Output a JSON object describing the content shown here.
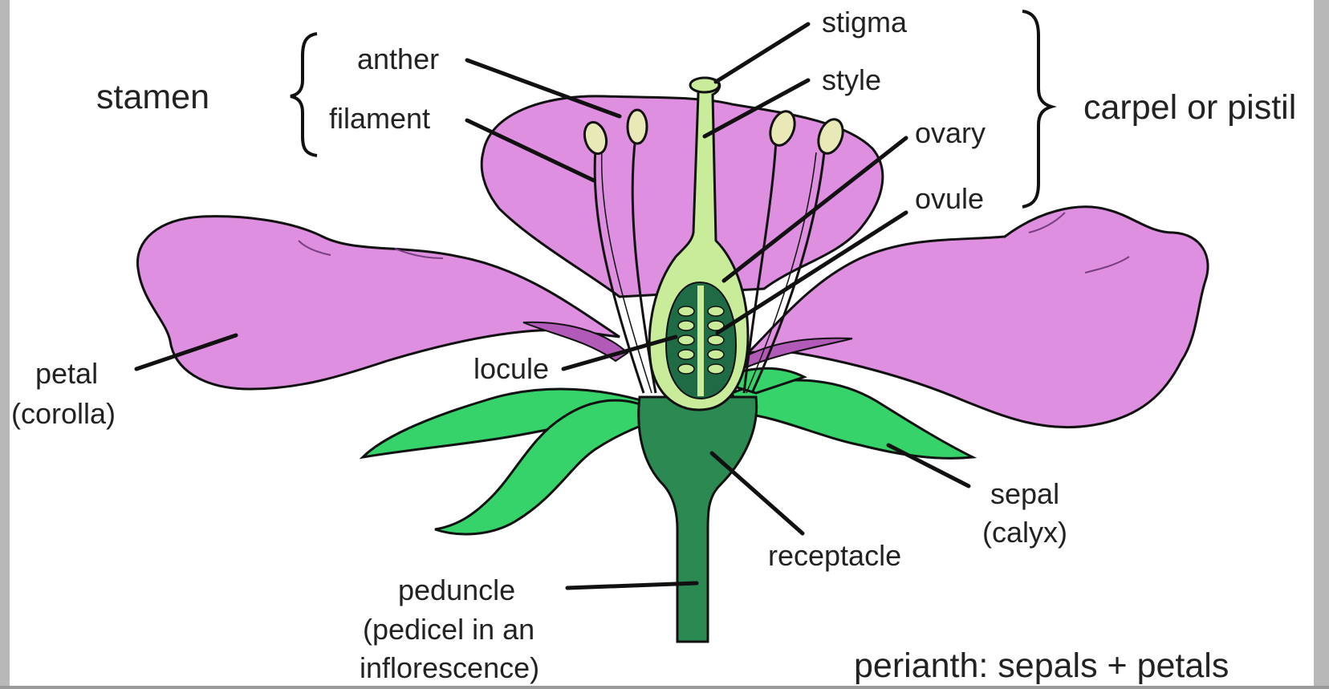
{
  "labels": {
    "stamen": "stamen",
    "anther": "anther",
    "filament": "filament",
    "stigma": "stigma",
    "style": "style",
    "ovary": "ovary",
    "ovule": "ovule",
    "carpel": "carpel or pistil",
    "petal": "petal",
    "corolla": "(corolla)",
    "locule": "locule",
    "sepal": "sepal",
    "calyx": "(calyx)",
    "receptacle": "receptacle",
    "peduncle_1": "peduncle",
    "peduncle_2": "(pedicel in an",
    "peduncle_3": "inflorescence)",
    "perianth": "perianth: sepals + petals"
  },
  "colors": {
    "petal": "#df8fe0",
    "petal_inner": "#b25ab8",
    "sepal": "#35d36a",
    "receptacle": "#2a8a52",
    "pistil": "#c9ec9b",
    "ovary_inner": "#1f6b45",
    "anther": "#e9e9b8",
    "outline": "#111111",
    "text": "#222222",
    "frame": "#b8b8b8"
  }
}
